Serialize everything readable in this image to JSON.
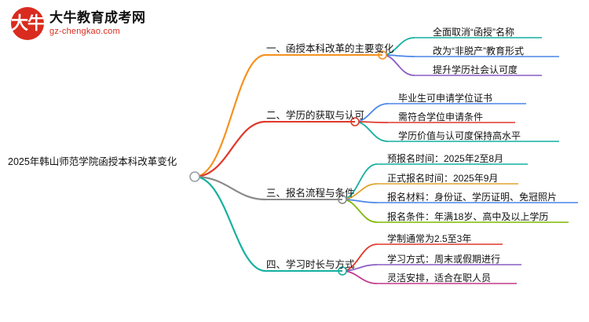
{
  "logo": {
    "mark_char": "大牛",
    "title": "大牛教育成考网",
    "subtitle": "gz-chengkao.com"
  },
  "mindmap": {
    "root": "2025年韩山师范学院函授本科改革变化",
    "branches": [
      {
        "label": "一、函授本科改革的主要变化",
        "color": "#f5921e",
        "children": [
          {
            "label": "全面取消“函授”名称",
            "color": "#15b0a0"
          },
          {
            "label": "改为“非脱产”教育形式",
            "color": "#4a86e8"
          },
          {
            "label": "提升学历社会认可度",
            "color": "#8a5cc4"
          }
        ]
      },
      {
        "label": "二、学历的获取与认可",
        "color": "#e0392b",
        "children": [
          {
            "label": "毕业生可申请学位证书",
            "color": "#4a86e8"
          },
          {
            "label": "需符合学位申请条件",
            "color": "#e0392b"
          },
          {
            "label": "学历价值与认可度保持高水平",
            "color": "#15b0a0"
          }
        ]
      },
      {
        "label": "三、报名流程与条件",
        "color": "#8a8a8a",
        "children": [
          {
            "label": "预报名时间：2025年2至8月",
            "color": "#15b0a0"
          },
          {
            "label": "正式报名时间：2025年9月",
            "color": "#e0a32b"
          },
          {
            "label": "报名材料：身份证、学历证明、免冠照片",
            "color": "#4a86e8"
          },
          {
            "label": "报名条件：年满18岁、高中及以上学历",
            "color": "#7fb800"
          }
        ]
      },
      {
        "label": "四、学习时长与方式",
        "color": "#15b0a0",
        "children": [
          {
            "label": "学制通常为2.5至3年",
            "color": "#e0392b"
          },
          {
            "label": "学习方式：周末或假期进行",
            "color": "#8a5cc4"
          },
          {
            "label": "灵活安排，适合在职人员",
            "color": "#c23a8c"
          }
        ]
      }
    ]
  }
}
